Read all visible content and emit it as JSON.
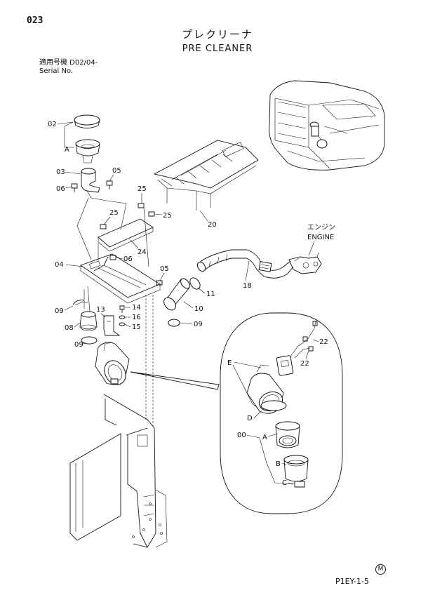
{
  "page_number": "023",
  "title_jp": "プレクリーナ",
  "title_en": "PRE CLEANER",
  "serial": {
    "line1": "適用号機  D02/04-",
    "line2": "Serial No."
  },
  "engine_label": {
    "jp": "エンジン",
    "en": "ENGINE"
  },
  "callouts": {
    "c02": "02",
    "cA1": "A",
    "c03": "03",
    "c05a": "05",
    "c06a": "06",
    "c25a": "25",
    "c25b": "25",
    "c25c": "25",
    "c20": "20",
    "c24": "24",
    "c04": "04",
    "c06b": "06",
    "c05b": "05",
    "c11": "11",
    "c18": "18",
    "c10": "10",
    "c14": "14",
    "c16": "16",
    "c15": "15",
    "c13": "13",
    "c09a": "09",
    "c08": "08",
    "c09b": "09",
    "c09c": "09",
    "c22a": "22",
    "c22b": "22",
    "cE": "E",
    "cD": "D",
    "c00": "00",
    "cA2": "A",
    "cB": "B",
    "cC": "C"
  },
  "mark": "M",
  "footer_code": "P1EY-1-5"
}
